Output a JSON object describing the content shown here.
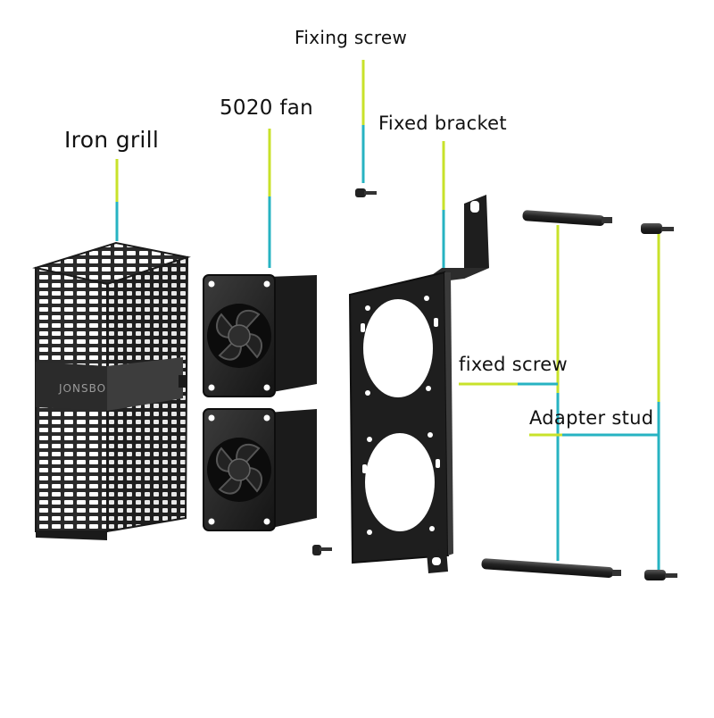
{
  "labels": {
    "fixing_screw": "Fixing screw",
    "fan": "5020 fan",
    "fixed_bracket": "Fixed bracket",
    "iron_grill": "Iron grill",
    "fixed_screw": "fixed screw",
    "adapter_stud": "Adapter stud"
  },
  "branding": {
    "logo_text": "JONSBO"
  },
  "colors": {
    "leader_green": "#c8e22a",
    "leader_cyan": "#27b3c2",
    "part_dark": "#1e1e1e",
    "part_mid": "#3a3a3a",
    "background": "#ffffff"
  }
}
